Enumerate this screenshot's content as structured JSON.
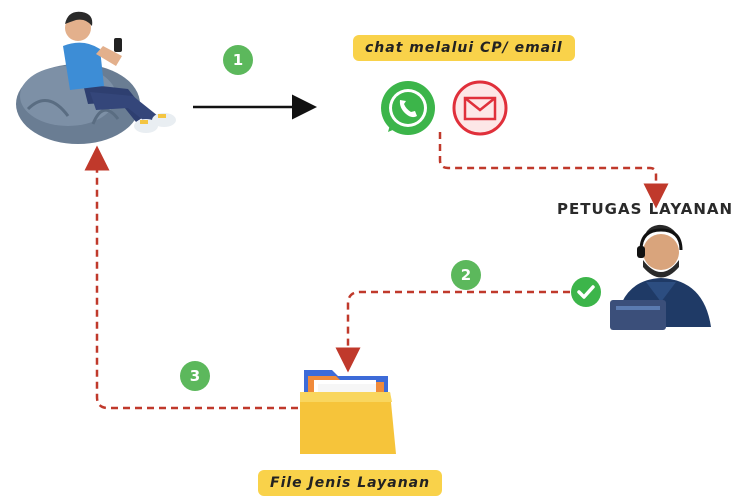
{
  "steps": {
    "step1": "1",
    "step2": "2",
    "step3": "3"
  },
  "labels": {
    "chat": "chat melalui CP/ email",
    "officer": "PETUGAS LAYANAN",
    "file": "File Jenis Layanan"
  },
  "icons": {
    "user": "person-on-beanbag-icon",
    "whatsapp": "whatsapp-icon",
    "email": "envelope-icon",
    "officer": "service-officer-icon",
    "check": "check-icon",
    "folder": "folder-icon"
  },
  "colors": {
    "badge_green": "#5cb85c",
    "pill_yellow": "#f9d24a",
    "dashed_red": "#c0392b",
    "whatsapp_green": "#3cb54a",
    "email_red": "#e0303b"
  }
}
